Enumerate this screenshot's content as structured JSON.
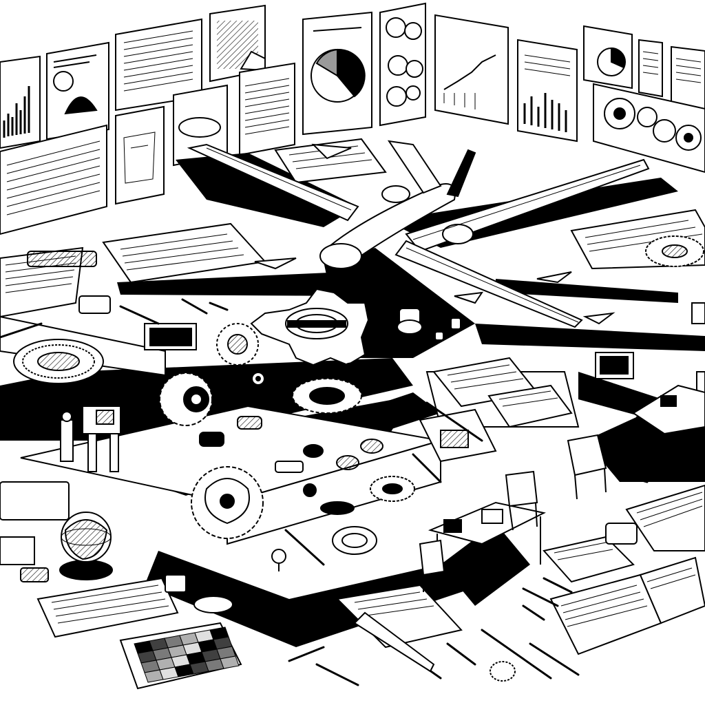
{
  "image": {
    "style": "black-and-white ink illustration",
    "colors": {
      "ink": "#000000",
      "paper": "#ffffff",
      "mid_gray": "#9a9a9a",
      "light_gray": "#d9d9d9"
    }
  },
  "wall_documents": [
    {
      "kind": "bar-chart"
    },
    {
      "kind": "sketch"
    },
    {
      "kind": "text"
    },
    {
      "kind": "text"
    },
    {
      "kind": "text"
    },
    {
      "kind": "pie-chart"
    },
    {
      "kind": "gears"
    },
    {
      "kind": "line-chart"
    },
    {
      "kind": "bar-chart"
    },
    {
      "kind": "pie-chart"
    },
    {
      "kind": "text"
    },
    {
      "kind": "gears"
    },
    {
      "kind": "bar-chart"
    },
    {
      "kind": "sketch"
    },
    {
      "kind": "text"
    },
    {
      "kind": "text"
    }
  ],
  "drone": {
    "icon": "drone-aircraft-icon"
  },
  "gears": [
    {
      "icon": "gear-icon"
    },
    {
      "icon": "gear-icon"
    },
    {
      "icon": "gear-icon"
    },
    {
      "icon": "gear-icon"
    },
    {
      "icon": "gear-icon"
    }
  ],
  "furniture": [
    {
      "icon": "desk-icon"
    },
    {
      "icon": "chair-icon"
    },
    {
      "icon": "chair-icon"
    },
    {
      "icon": "desk-icon"
    }
  ],
  "globe": {
    "icon": "globe-icon"
  },
  "color_swatch_grid": {
    "rows": 4,
    "cols": 6
  }
}
